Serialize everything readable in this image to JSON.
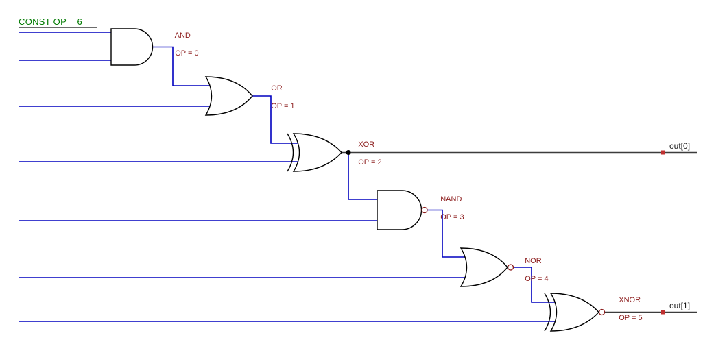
{
  "diagram": {
    "const_label": "CONST OP = 6",
    "gates": [
      {
        "type": "AND",
        "line1": "AND",
        "line2": "OP = 0"
      },
      {
        "type": "OR",
        "line1": "OR",
        "line2": "OP = 1"
      },
      {
        "type": "XOR",
        "line1": "XOR",
        "line2": "OP = 2"
      },
      {
        "type": "NAND",
        "line1": "NAND",
        "line2": "OP = 3"
      },
      {
        "type": "NOR",
        "line1": "NOR",
        "line2": "OP = 4"
      },
      {
        "type": "XNOR",
        "line1": "XNOR",
        "line2": "OP = 5"
      }
    ],
    "outputs": [
      {
        "label": "out[0]"
      },
      {
        "label": "out[1]"
      }
    ],
    "colors": {
      "wire": "#0000bf",
      "net": "#3c3c3c",
      "gate_outline": "#000000",
      "gate_label": "#8b1a1a",
      "const_label": "#007a00",
      "output_label": "#1a1a1a",
      "port_marker": "#c03030",
      "background": "#ffffff"
    }
  }
}
